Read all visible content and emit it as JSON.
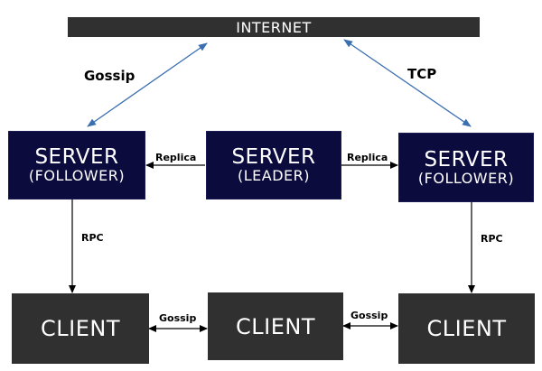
{
  "internet": {
    "label": "INTERNET"
  },
  "servers": {
    "left": {
      "title": "SERVER",
      "role": "(FOLLOWER)"
    },
    "center": {
      "title": "SERVER",
      "role": "(LEADER)"
    },
    "right": {
      "title": "SERVER",
      "role": "(FOLLOWER)"
    }
  },
  "clients": {
    "left": {
      "label": "CLIENT"
    },
    "center": {
      "label": "CLIENT"
    },
    "right": {
      "label": "CLIENT"
    }
  },
  "edges": {
    "internet_left": {
      "label": "Gossip"
    },
    "internet_right": {
      "label": "TCP"
    },
    "replica_left": {
      "label": "Replica"
    },
    "replica_right": {
      "label": "Replica"
    },
    "rpc_left": {
      "label": "RPC"
    },
    "rpc_right": {
      "label": "RPC"
    },
    "gossip_left": {
      "label": "Gossip"
    },
    "gossip_right": {
      "label": "Gossip"
    }
  },
  "colors": {
    "server": "#0b0b3d",
    "client": "#303030",
    "internet": "#303030",
    "link_internet": "#3a6fb0",
    "link_other": "#000000"
  }
}
